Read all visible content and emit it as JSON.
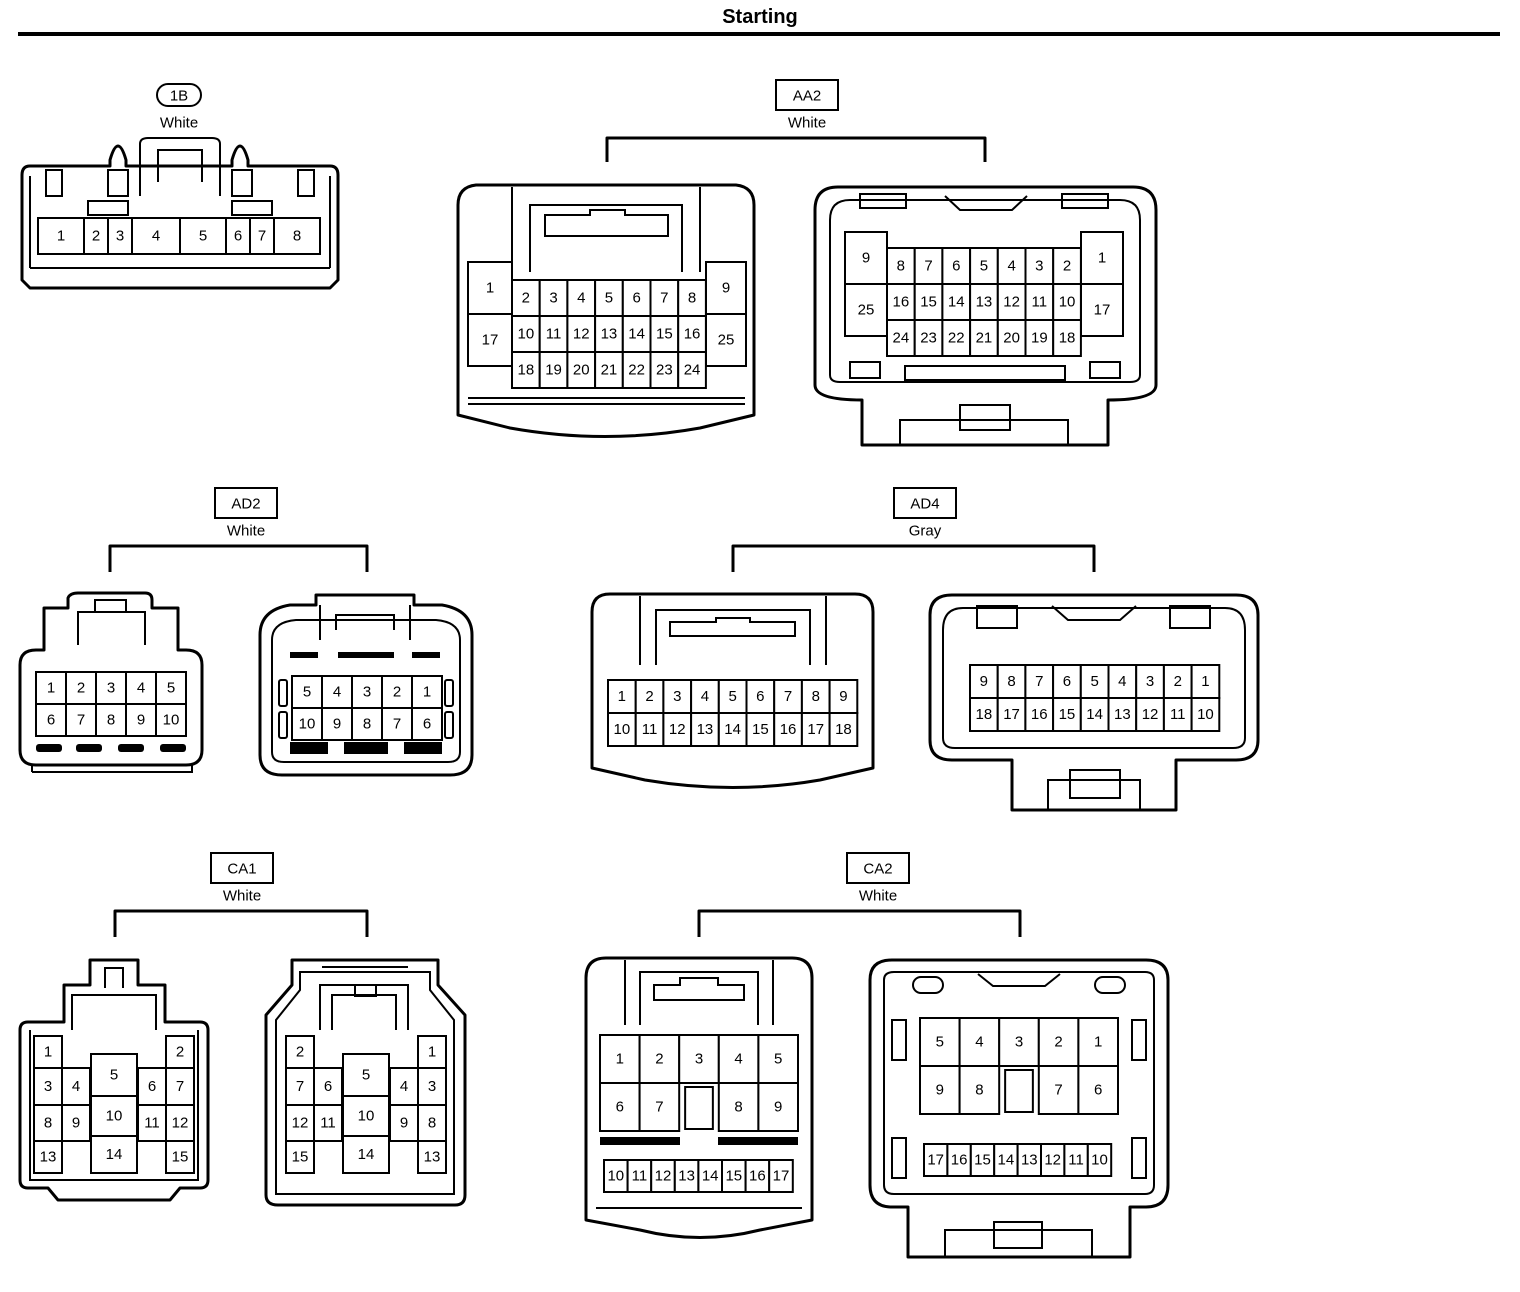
{
  "title": "Starting",
  "connectors": [
    {
      "id": "1B",
      "color": "White",
      "views": [
        {
          "rows": [
            [
              "1",
              "2",
              "3",
              "4",
              "5",
              "6",
              "7",
              "8"
            ]
          ]
        }
      ]
    },
    {
      "id": "AA2",
      "color": "White",
      "views": [
        {
          "left": [
            "1",
            "17"
          ],
          "right": [
            "9",
            "25"
          ],
          "rows": [
            [
              "2",
              "3",
              "4",
              "5",
              "6",
              "7",
              "8"
            ],
            [
              "10",
              "11",
              "12",
              "13",
              "14",
              "15",
              "16"
            ],
            [
              "18",
              "19",
              "20",
              "21",
              "22",
              "23",
              "24"
            ]
          ]
        },
        {
          "left": [
            "9",
            "25"
          ],
          "right": [
            "1",
            "17"
          ],
          "rows": [
            [
              "8",
              "7",
              "6",
              "5",
              "4",
              "3",
              "2"
            ],
            [
              "16",
              "15",
              "14",
              "13",
              "12",
              "11",
              "10"
            ],
            [
              "24",
              "23",
              "22",
              "21",
              "20",
              "19",
              "18"
            ]
          ]
        }
      ]
    },
    {
      "id": "AD2",
      "color": "White",
      "views": [
        {
          "rows": [
            [
              "1",
              "2",
              "3",
              "4",
              "5"
            ],
            [
              "6",
              "7",
              "8",
              "9",
              "10"
            ]
          ]
        },
        {
          "rows": [
            [
              "5",
              "4",
              "3",
              "2",
              "1"
            ],
            [
              "10",
              "9",
              "8",
              "7",
              "6"
            ]
          ]
        }
      ]
    },
    {
      "id": "AD4",
      "color": "Gray",
      "views": [
        {
          "rows": [
            [
              "1",
              "2",
              "3",
              "4",
              "5",
              "6",
              "7",
              "8",
              "9"
            ],
            [
              "10",
              "11",
              "12",
              "13",
              "14",
              "15",
              "16",
              "17",
              "18"
            ]
          ]
        },
        {
          "rows": [
            [
              "9",
              "8",
              "7",
              "6",
              "5",
              "4",
              "3",
              "2",
              "1"
            ],
            [
              "18",
              "17",
              "16",
              "15",
              "14",
              "13",
              "12",
              "11",
              "10"
            ]
          ]
        }
      ]
    },
    {
      "id": "CA1",
      "color": "White",
      "views": [
        {
          "side_left": [
            [
              "1"
            ],
            [
              "3",
              "4"
            ],
            [
              "8",
              "9"
            ],
            [
              "13"
            ]
          ],
          "center": [
            "5",
            "10",
            "14"
          ],
          "side_right": [
            [
              "2"
            ],
            [
              "6",
              "7"
            ],
            [
              "11",
              "12"
            ],
            [
              "15"
            ]
          ]
        },
        {
          "side_left": [
            [
              "2"
            ],
            [
              "7",
              "6"
            ],
            [
              "12",
              "11"
            ],
            [
              "15"
            ]
          ],
          "center": [
            "5",
            "10",
            "14"
          ],
          "side_right": [
            [
              "1"
            ],
            [
              "4",
              "3"
            ],
            [
              "9",
              "8"
            ],
            [
              "13"
            ]
          ]
        }
      ]
    },
    {
      "id": "CA2",
      "color": "White",
      "views": [
        {
          "rows": [
            [
              "1",
              "2",
              "3",
              "4",
              "5"
            ],
            [
              "6",
              "7",
              "",
              "8",
              "9"
            ]
          ],
          "bottom": [
            "10",
            "11",
            "12",
            "13",
            "14",
            "15",
            "16",
            "17"
          ]
        },
        {
          "rows": [
            [
              "5",
              "4",
              "3",
              "2",
              "1"
            ],
            [
              "9",
              "8",
              "",
              "7",
              "6"
            ]
          ],
          "bottom": [
            "17",
            "16",
            "15",
            "14",
            "13",
            "12",
            "11",
            "10"
          ]
        }
      ]
    }
  ]
}
